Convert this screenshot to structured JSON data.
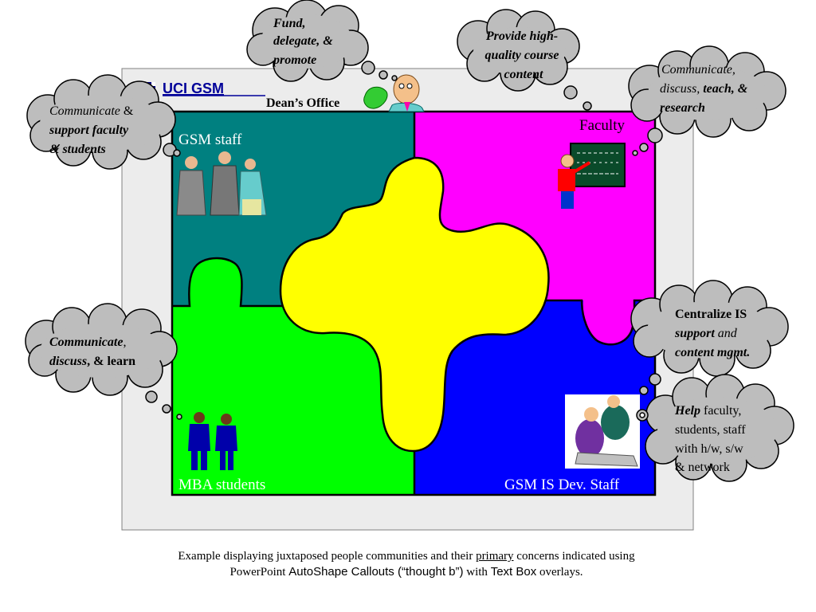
{
  "logo": {
    "text": "UCI GSM"
  },
  "deans_office": {
    "label": "Dean’s Office"
  },
  "quadrants": {
    "gsm_staff": {
      "label": "GSM staff",
      "color": "#008080"
    },
    "faculty": {
      "label": "Faculty",
      "color": "#ff00ff"
    },
    "mba_students": {
      "label": "MBA students",
      "color": "#00ff00"
    },
    "is_dev_staff": {
      "label": "GSM IS Dev. Staff",
      "color": "#0000ff"
    },
    "center": {
      "color": "#ffff00"
    }
  },
  "clouds": {
    "dean": {
      "line1": "Fund,",
      "line2": "delegate, &",
      "line3": "promote"
    },
    "course": {
      "line1": "Provide high-",
      "line2": "quality course",
      "line3": "content"
    },
    "faculty": {
      "line1a": "Communicate,",
      "line2a": "discuss, ",
      "line2b": "teach, &",
      "line3": "research"
    },
    "staff": {
      "line1a": "Communicate ",
      "line1b": "&",
      "line2": "support faculty",
      "line3": "& students"
    },
    "students": {
      "line1a": "Communicate",
      "line1b": ",",
      "line2a": "discuss",
      "line2b": ", & learn"
    },
    "centralize": {
      "line1": "Centralize  IS",
      "line2a": "support ",
      "line2b": "and",
      "line3": "content mgmt."
    },
    "help": {
      "line1a": "Help",
      "line1b": " faculty,",
      "line2": "students, staff",
      "line3": "with h/w, s/w",
      "line4": "& network"
    }
  },
  "caption": {
    "line1_pre": "Example displaying juxtaposed people communities and their ",
    "line1_u": "primary",
    "line1_post": " concerns indicated using",
    "line2_a": "PowerPoint ",
    "line2_b": "AutoShape Callouts (“thought b”)",
    "line2_c": " with ",
    "line2_d": "Text Box",
    "line2_e": " overlays."
  }
}
